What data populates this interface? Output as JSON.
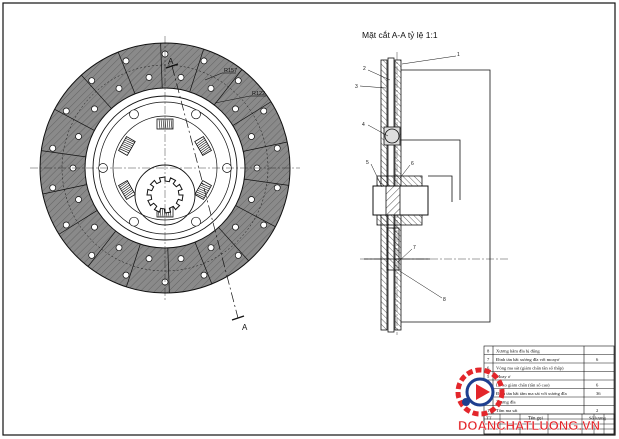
{
  "section_title": "Mặt cắt A-A tỷ lệ 1:1",
  "front_view": {
    "section_marks": [
      "A",
      "A"
    ],
    "radius_labels": [
      "R157",
      "R122"
    ]
  },
  "section_view": {
    "callouts": [
      "1",
      "2",
      "3",
      "4",
      "5",
      "6",
      "7",
      "8"
    ]
  },
  "parts_list": {
    "rows": [
      {
        "no": "8",
        "name": "Xương hãm đĩa bị động",
        "qty": ""
      },
      {
        "no": "7",
        "name": "Đinh tán bắt xương đĩa với moayơ",
        "qty": "6"
      },
      {
        "no": "6",
        "name": "Vòng ma sát (giảm chấn tần số thấp)",
        "qty": ""
      },
      {
        "no": "5",
        "name": "Moay ơ",
        "qty": ""
      },
      {
        "no": "4",
        "name": "Lò xo giảm chấn (tần số cao)",
        "qty": "6"
      },
      {
        "no": "3",
        "name": "Đinh tán bắt tấm ma sát với xương đĩa",
        "qty": "36"
      },
      {
        "no": "2",
        "name": "Xương đĩa",
        "qty": ""
      },
      {
        "no": "1",
        "name": "Tấm ma sát",
        "qty": "2"
      }
    ],
    "header": {
      "no": "TT",
      "name": "Tên gọi",
      "qty": "Số lượng"
    }
  },
  "watermark": "DOANCHATLUONG.VN",
  "colors": {
    "line": "#111111",
    "watermark": "#e3262b",
    "logo_blue": "#1e3f8f"
  }
}
